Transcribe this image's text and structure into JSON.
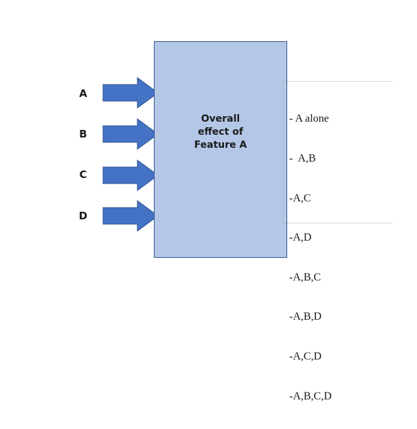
{
  "inputs": [
    {
      "label": "A"
    },
    {
      "label": "B"
    },
    {
      "label": "C"
    },
    {
      "label": "D"
    }
  ],
  "box": {
    "lines": [
      "Overall",
      "effect of",
      "Feature A"
    ]
  },
  "combinations": [
    "- A alone",
    "-  A,B",
    "-A,C",
    "-A,D",
    "-A,B,C",
    "-A,B,D",
    "-A,C,D",
    "-A,B,C,D"
  ],
  "colors": {
    "arrow_fill": "#4472c4",
    "arrow_stroke": "#2f528f",
    "box_fill": "#b4c7e7",
    "box_stroke": "#2f528f"
  }
}
